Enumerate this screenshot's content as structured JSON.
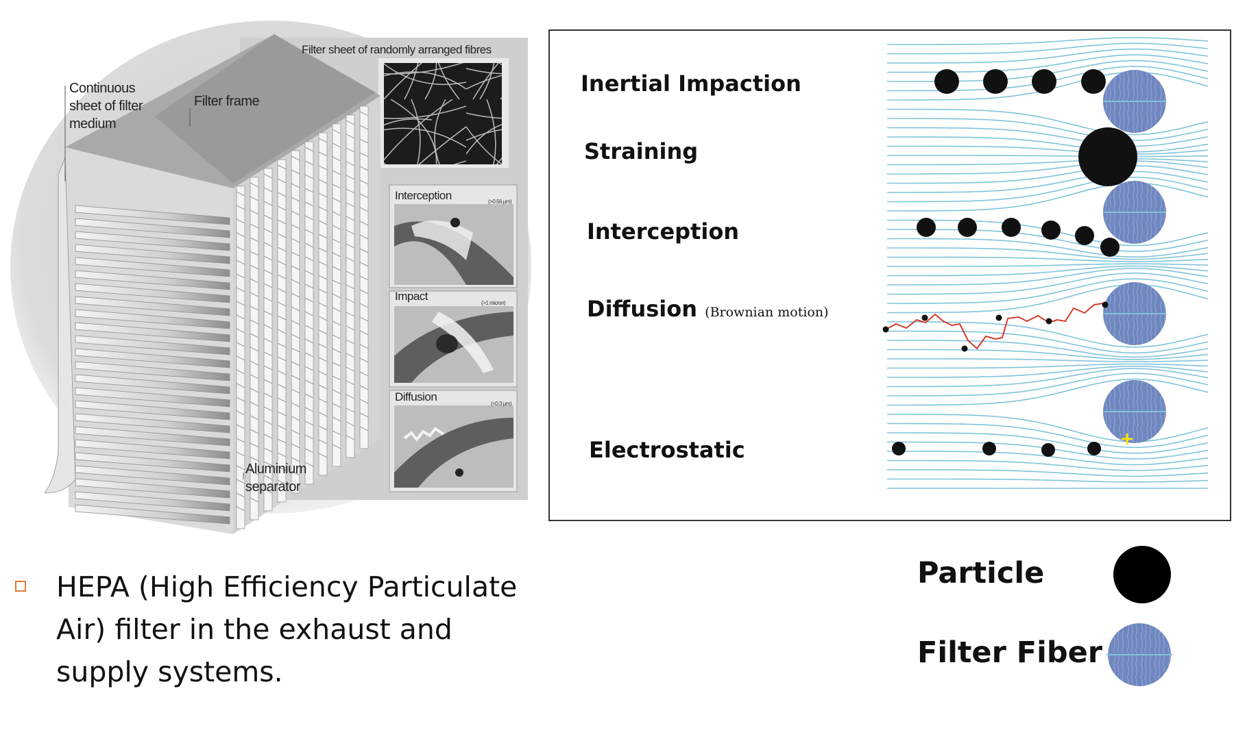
{
  "illustration": {
    "labels": {
      "filter_sheet": "Filter sheet of randomly arranged fibres",
      "continuous_sheet": [
        "Continuous",
        "sheet of filter",
        "medium"
      ],
      "filter_frame": "Filter frame",
      "aluminium_separator": [
        "Aluminium",
        "separator"
      ]
    },
    "insets": [
      {
        "title": "Interception",
        "size_note": "(>0.56 µm)"
      },
      {
        "title": "Impact",
        "size_note": "(>1 micron)"
      },
      {
        "title": "Diffusion",
        "size_note": "(<0.3 µm)"
      }
    ]
  },
  "mechanisms": {
    "inertial": "Inertial Impaction",
    "straining": "Straining",
    "interception": "Interception",
    "diffusion": "Diffusion",
    "diffusion_note": "(Brownian motion)",
    "electrostatic": "Electrostatic"
  },
  "caption": {
    "bullet_color": "#e07b39",
    "text": "HEPA (High Efficiency Particulate Air) filter in the exhaust and supply systems."
  },
  "legend": {
    "particle": "Particle",
    "filter_fiber": "Filter Fiber"
  },
  "colors": {
    "streamline": "#7fc3da",
    "fiber": "#6f86bf",
    "particle": "#111111",
    "brownian_path": "#d8392b",
    "charge": "#ffe600"
  }
}
